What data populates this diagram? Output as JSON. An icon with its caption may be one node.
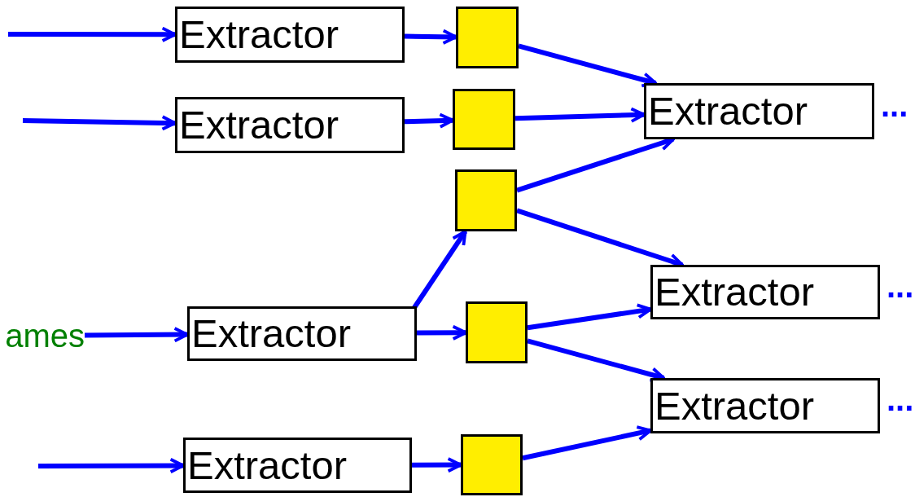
{
  "diagram": {
    "nodes": [
      {
        "text": [
          "Extractor"
        ]
      },
      {
        "text": [
          "Extractor"
        ]
      },
      {
        "text": [
          "Extractor"
        ]
      },
      {
        "text": [
          "Extractor"
        ]
      },
      {
        "text": [],
        "shape": "box"
      },
      {
        "text": [],
        "shape": "box"
      },
      {
        "text": [],
        "shape": "box"
      },
      {
        "text": [],
        "shape": "box"
      },
      {
        "text": [],
        "shape": "box"
      },
      {
        "text": [
          "Extractor"
        ],
        "beside": [
          "..."
        ]
      },
      {
        "text": [
          "Extractor"
        ],
        "beside": [
          "..."
        ]
      },
      {
        "text": [
          "Extractor"
        ],
        "beside": [
          "..."
        ]
      },
      {
        "text": [
          "ames"
        ]
      }
    ],
    "edges": [
      {
        "from": null,
        "to": 0,
        "arrow": "to"
      },
      {
        "from": null,
        "to": 1,
        "arrow": "to"
      },
      {
        "from": 12,
        "to": 2,
        "arrow": "to"
      },
      {
        "from": null,
        "to": 3,
        "arrow": "to"
      },
      {
        "from": 0,
        "to": 4,
        "arrow": "to"
      },
      {
        "from": 1,
        "to": 5,
        "arrow": "to"
      },
      {
        "from": 2,
        "to": 6,
        "arrow": "to"
      },
      {
        "from": 2,
        "to": 7,
        "arrow": "to"
      },
      {
        "from": 3,
        "to": 8,
        "arrow": "to"
      },
      {
        "from": 4,
        "to": 9,
        "arrow": "to"
      },
      {
        "from": 5,
        "to": 9,
        "arrow": "to"
      },
      {
        "from": 6,
        "to": 9,
        "arrow": "to"
      },
      {
        "from": 6,
        "to": 10,
        "arrow": "to"
      },
      {
        "from": 7,
        "to": 10,
        "arrow": "to"
      },
      {
        "from": 7,
        "to": 11,
        "arrow": "to"
      },
      {
        "from": 8,
        "to": 11,
        "arrow": "to"
      }
    ]
  }
}
